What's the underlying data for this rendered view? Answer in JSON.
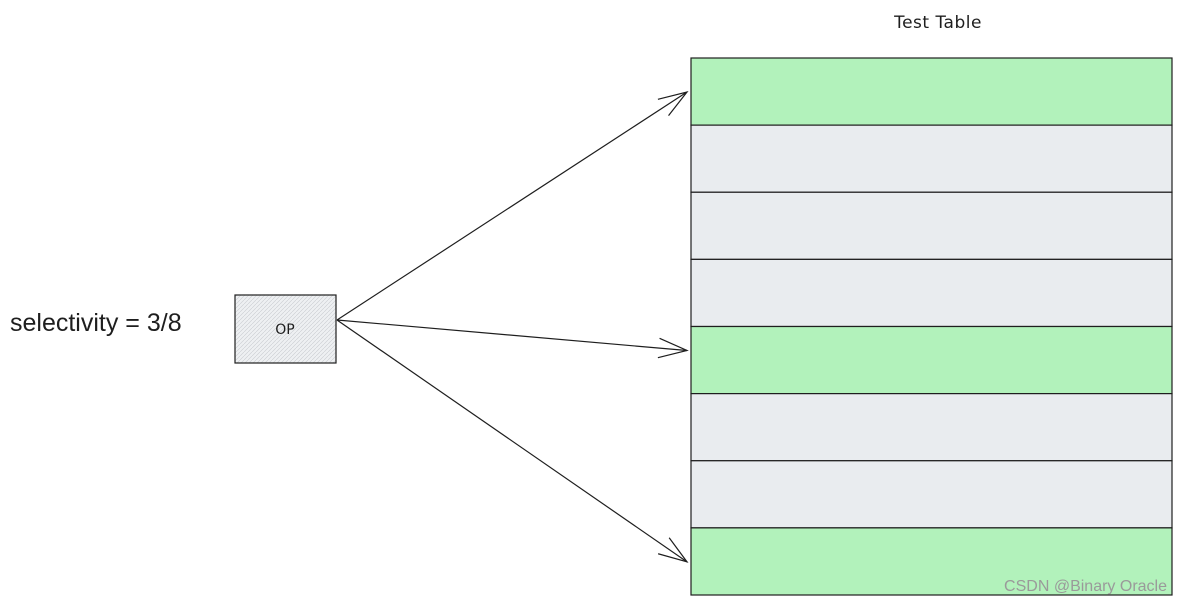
{
  "selectivity": {
    "label": "selectivity = 3/8"
  },
  "operator": {
    "label": "OP"
  },
  "table": {
    "title": "Test Table",
    "rows": [
      {
        "selected": true
      },
      {
        "selected": false
      },
      {
        "selected": false
      },
      {
        "selected": false
      },
      {
        "selected": true
      },
      {
        "selected": false
      },
      {
        "selected": false
      },
      {
        "selected": true
      }
    ]
  },
  "colors": {
    "selected": "#b2f2bb",
    "unselected": "#e9ecef",
    "stroke": "#1e1e1e",
    "op_fill": "#e6e8ea"
  },
  "watermark": "CSDN @Binary Oracle"
}
